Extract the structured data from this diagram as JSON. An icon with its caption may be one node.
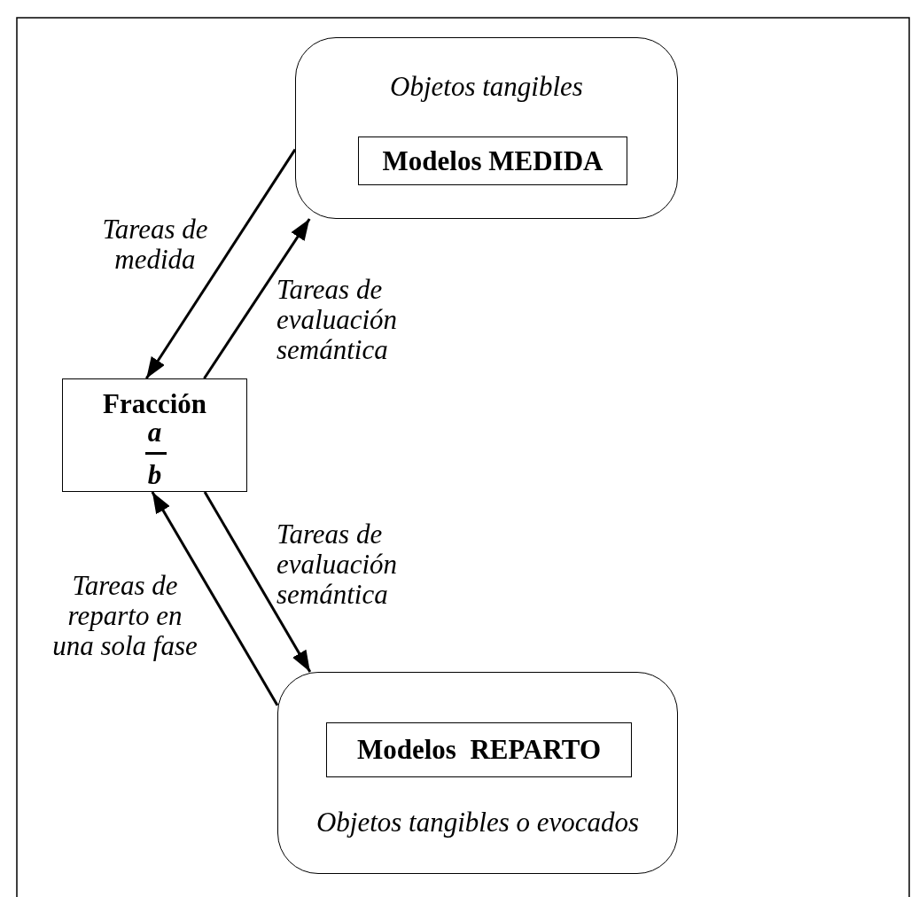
{
  "diagram": {
    "nodes": [
      {
        "text": [
          "Objetos tangibles"
        ]
      },
      {
        "text": [
          "Modelos MEDIDA"
        ],
        "in": 0
      },
      {
        "text": [
          "Fracción",
          "a",
          "b"
        ]
      },
      {
        "text": [
          "Objetos tangibles o evocados"
        ]
      },
      {
        "text": [
          "Modelos  REPARTO"
        ],
        "in": 3
      }
    ],
    "edges": [
      {
        "from": 0,
        "to": 2,
        "arrow": "to",
        "label": "Tareas de medida"
      },
      {
        "from": 2,
        "to": 0,
        "arrow": "to",
        "label": "Tareas de evaluación semántica"
      },
      {
        "from": 2,
        "to": 3,
        "arrow": "to",
        "label": "Tareas de evaluación semántica"
      },
      {
        "from": 3,
        "to": 2,
        "arrow": "to",
        "label": "Tareas de reparto en una sola fase"
      }
    ]
  }
}
